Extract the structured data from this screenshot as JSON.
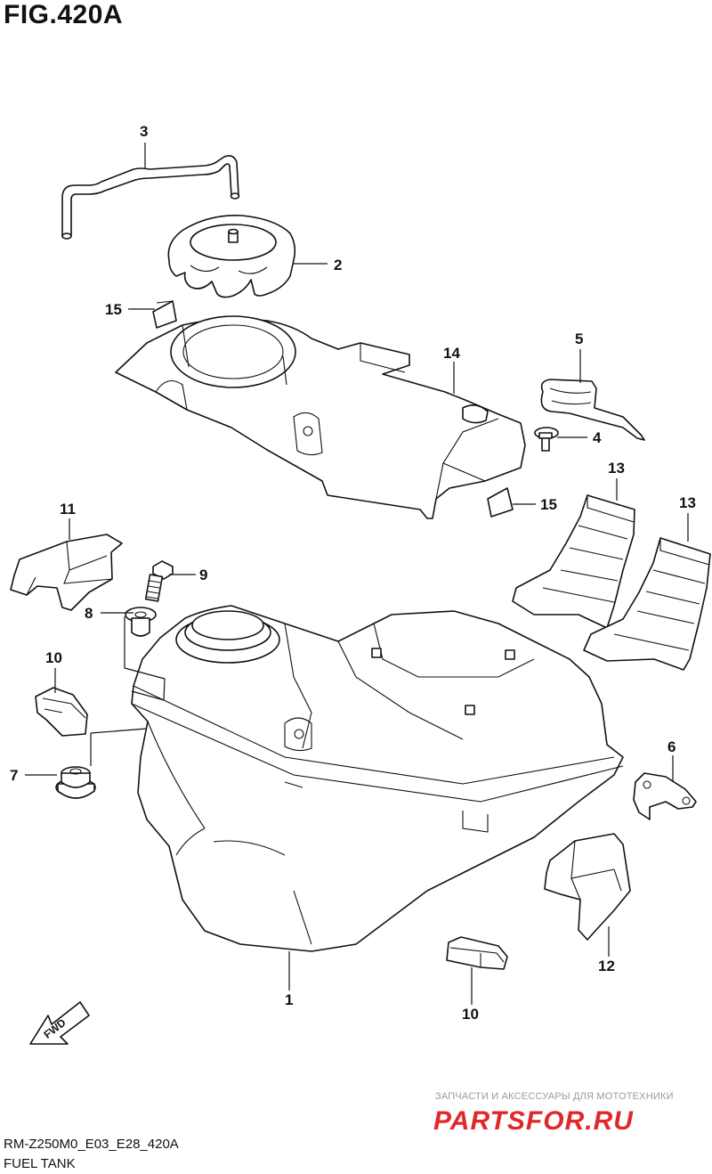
{
  "figure": {
    "title": "FIG.420A",
    "model_code": "RM-Z250M0_E03_E28_420A",
    "name": "FUEL TANK",
    "direction_marker": "FWD"
  },
  "callouts": [
    "3",
    "2",
    "15",
    "5",
    "14",
    "4",
    "15",
    "13",
    "11",
    "13",
    "9",
    "8",
    "10",
    "7",
    "6",
    "1",
    "12",
    "10"
  ],
  "watermark": {
    "tagline": "ЗАПЧАСТИ И АКСЕССУАРЫ ДЛЯ МОТОТЕХНИКИ",
    "brand": "PARTSFOR.RU",
    "color": "#e0282b"
  }
}
